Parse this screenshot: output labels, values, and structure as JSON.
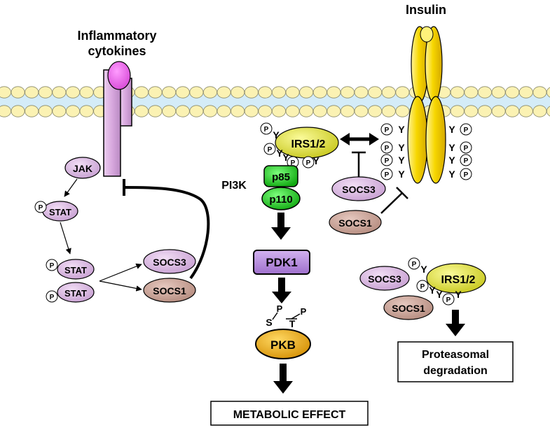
{
  "labels": {
    "insulin": "Insulin",
    "inflammatory": "Inflammatory",
    "cytokines": "cytokines",
    "jak": "JAK",
    "stat": "STAT",
    "socs3": "SOCS3",
    "socs1": "SOCS1",
    "irs": "IRS1/2",
    "p85": "p85",
    "p110": "p110",
    "pi3k": "PI3K",
    "pdk1": "PDK1",
    "pkb": "PKB",
    "metabolic": "METABOLIC EFFECT",
    "proteasomal": "Proteasomal",
    "degradation": "degradation",
    "p": "P",
    "y": "Y",
    "s": "S",
    "t": "T"
  },
  "colors": {
    "membrane_head": "#fbf2b3",
    "membrane_tail": "#cfe9f7",
    "receptor_purple": "#dcb0e0",
    "cytokine_pink": "#ee66ee",
    "socs3_lilac": "#d9b9e0",
    "socs1_brown": "#caa194",
    "irs_yellow": "#e2e23b",
    "pi3k_green": "#22cc22",
    "pdk1_violet": "#b98ede",
    "pkb_gold": "#f2ab00",
    "insulin_yellow": "#f7d700"
  }
}
